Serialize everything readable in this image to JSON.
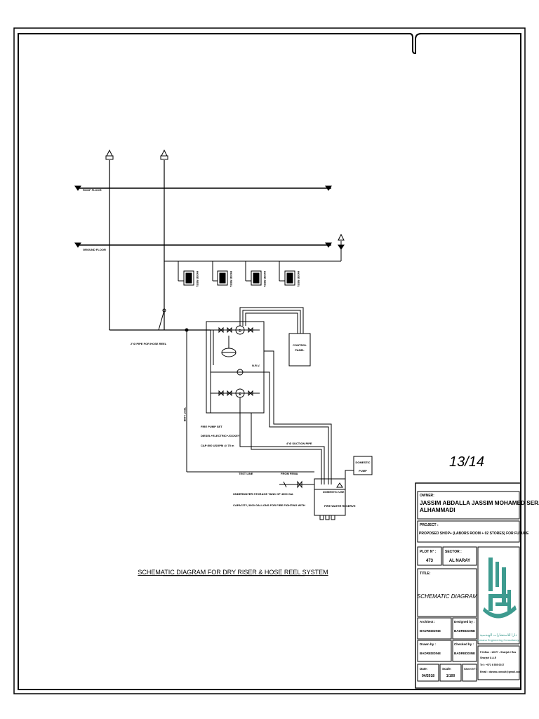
{
  "sheet": {
    "number": "13/14"
  },
  "diagram": {
    "title": "SCHEMATIC DIAGRAM FOR DRY RISER & HOSE REEL SYSTEM",
    "roof_label": "ROOF FLOOR",
    "ground_label": "GROUND FLOOR",
    "hose_reel_label": "HOSE REEL",
    "pipe_hose_reel": "2\"Ø PIPE FOR HOSE REEL",
    "control_panel": [
      "CONTROL",
      "PANEL"
    ],
    "test_line": "TEST LINE",
    "test_line_vertical": "TEST LINE",
    "fire_pump_set": [
      "FIRE PUMP SET",
      "DIESEL+ELECTRIC+JOCKEY",
      "CAP:500 USGPM @ 75 m"
    ],
    "suction_pipe": "4\"Ø SUCTION PIPE",
    "from_fewa": "FROM FEWA",
    "domestic_pump": [
      "DOMESTIC",
      "PUMP"
    ],
    "domestic_use": "DOMESTIC USE",
    "tank_reserve": "FIRE WATER RESERVE",
    "tank_note": [
      "UNDERWATER STORAGE TANK OF 4000 Gal.",
      "CAPACITY, 3000 GALLONS FOR FIRE FIGHTING WITH"
    ],
    "pump_letters": {
      "diesel": "D",
      "electric": "E"
    },
    "nrv": "N.R.V."
  },
  "title_block": {
    "owner_label": "OWNER:",
    "owner_name_line1": "JASSIM ABDALLA JASSIM MOHAMED SERAJ",
    "owner_name_line2": "ALHAMMADI",
    "project_label": "PROJECT :",
    "project_text": "PROPOSED SHOP+ (LABORS ROOM + 02 STORES) FOR FUTURE",
    "plot_label": "PLOT N° :",
    "plot_value": "473",
    "sector_label": "SECTOR :",
    "sector_value": "AL NARAY",
    "title_label": "TITLE:",
    "title_value": "SCHEMATIC DIAGRAM",
    "architect_label": "Architect :",
    "architect_value": "BADREDDINE",
    "designed_label": "Designed by :",
    "designed_value": "BADREDDINE",
    "drawn_label": "Drawn by :",
    "drawn_value": "BADREDDINE",
    "checked_label": "Checked by :",
    "checked_value": "BADREDDINE",
    "date_label": "Date:",
    "date_value": "04/2018",
    "scale_label": "Scale:",
    "scale_value": "1/100",
    "sheet_label": "Sheet N°:",
    "company_arabic": "دارا للاستشارات الهندسية",
    "company_english": "Darana Engineering Consultancy",
    "contact_line1": "P.O.Box : 12077 - Sharjah / Ras",
    "contact_line2": "Sharjah U.A.E",
    "contact_line3": "Tel : +971 6 555 0017",
    "contact_line4": "Email : darana.consult@gmail.com"
  }
}
